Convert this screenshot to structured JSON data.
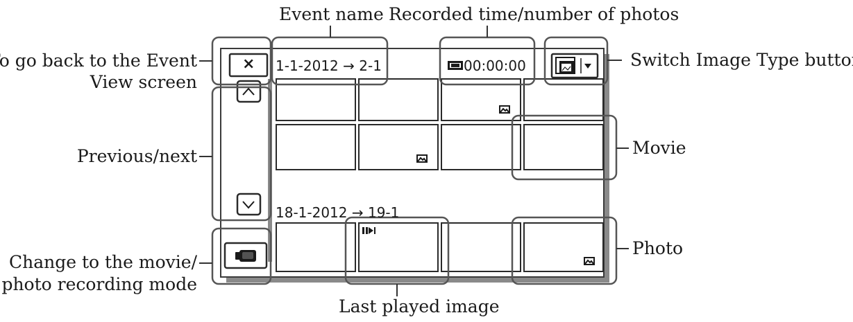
{
  "callouts": {
    "top_left": "Event name",
    "top_right": "Recorded time/number of photos",
    "back_line1": "To go back to the Event",
    "back_line2": "View screen",
    "switch": "Switch Image Type button",
    "prev_next": "Previous/next",
    "movie": "Movie",
    "change_line1": "Change to the movie/",
    "change_line2": "photo recording mode",
    "photo": "Photo",
    "last_played": "Last played image"
  },
  "screen": {
    "event1_range": "1-1-2012 → 2-1",
    "event2_range": "18-1-2012 → 19-1",
    "recorded_time": "00:00:00",
    "close_symbol": "×"
  },
  "icons": {
    "close": "close-icon",
    "up": "chevron-up-icon",
    "down": "chevron-down-icon",
    "camera": "movie-camera-icon",
    "film": "film-strip-icon",
    "photo": "photo-icon",
    "last_played": "last-played-icon",
    "switch": "image-type-icon",
    "dropdown": "triangle-down-icon"
  }
}
